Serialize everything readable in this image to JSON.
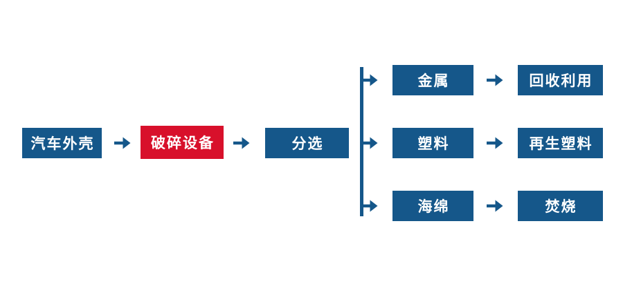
{
  "colors": {
    "primary_blue": "#15578A",
    "accent_red": "#D8102B",
    "text_white": "#FFFFFF",
    "background": "#FFFFFF"
  },
  "flow": {
    "input_label": "汽车外壳",
    "crusher_label": "破碎设备",
    "sorter_label": "分选"
  },
  "branches": [
    {
      "material": "金属",
      "result": "回收利用"
    },
    {
      "material": "塑料",
      "result": "再生塑料"
    },
    {
      "material": "海绵",
      "result": "焚烧"
    }
  ],
  "icons": {
    "arrow": "right-arrow"
  }
}
